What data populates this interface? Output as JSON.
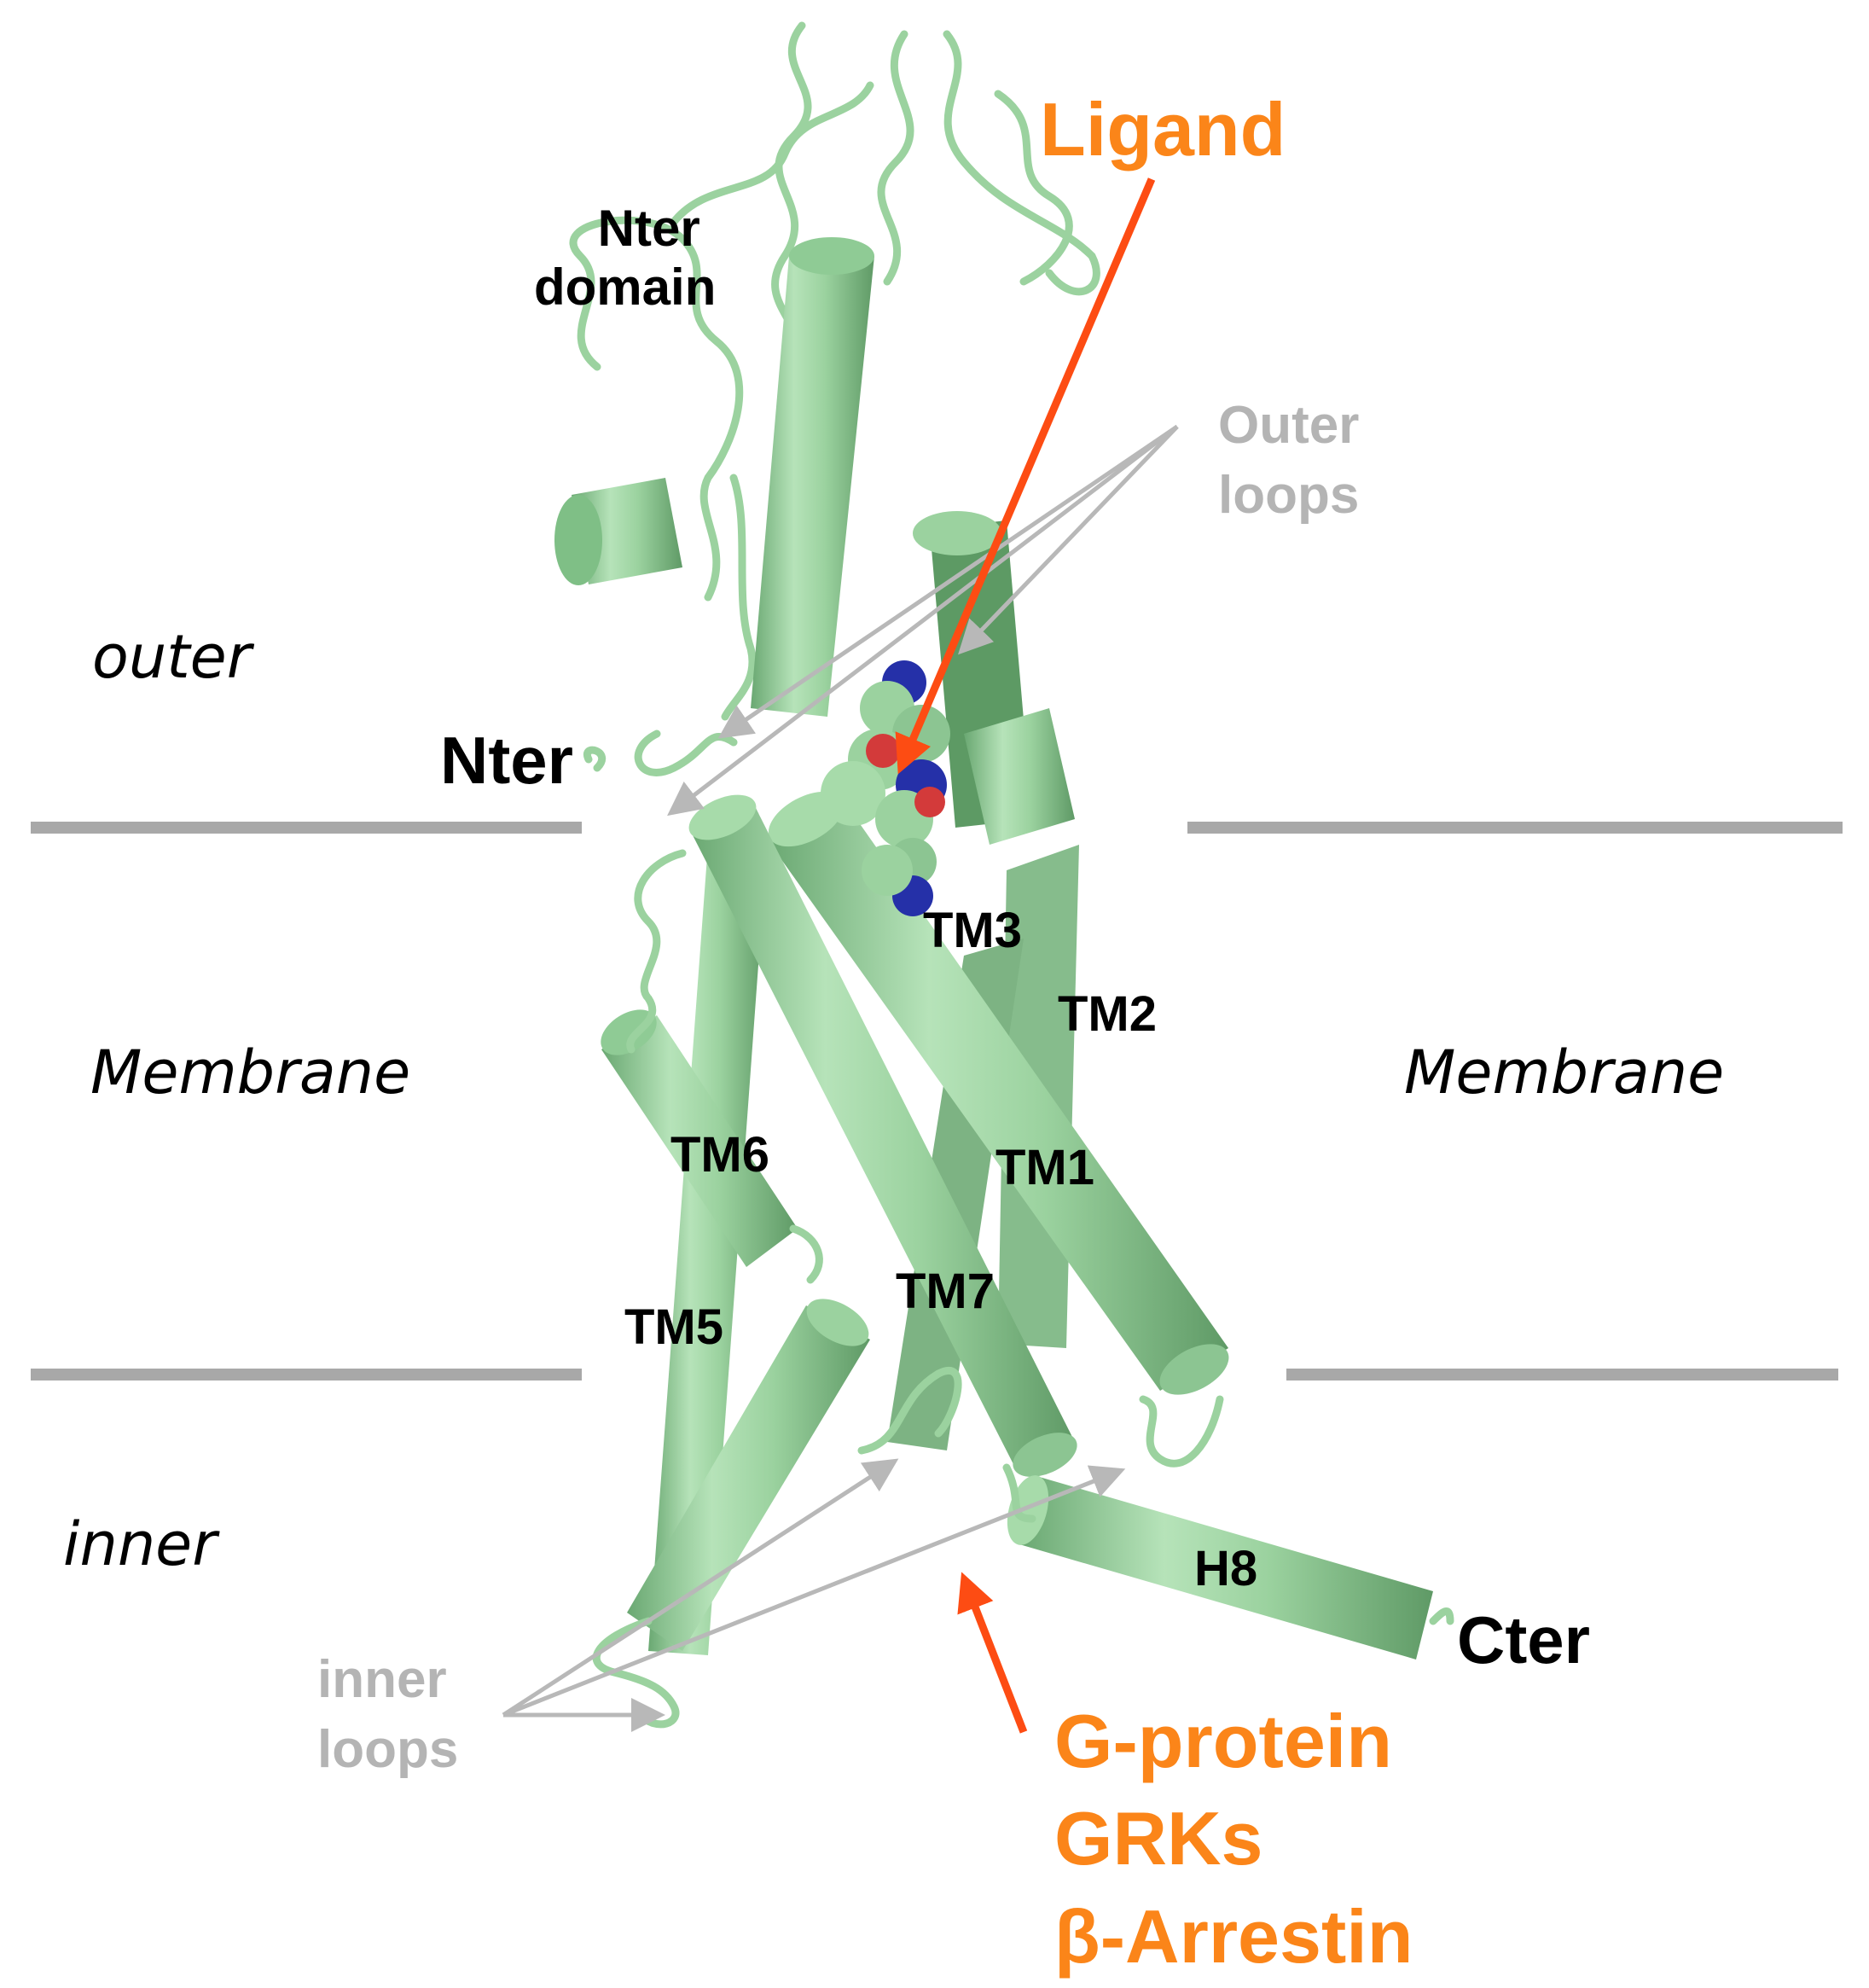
{
  "colors": {
    "helix_fill": "#9bd29f",
    "helix_dark": "#6aa872",
    "membrane_line": "#a8a8a8",
    "ligand_arrow": "#fd4c13",
    "loop_arrow": "#b8b8b8",
    "orange_text": "#fb8519",
    "grey_text": "#b4b4b4",
    "ligand_red": "#d33a3a",
    "ligand_blue": "#2530a8"
  },
  "regions": {
    "outer": "outer",
    "membrane_left": "Membrane",
    "membrane_right": "Membrane",
    "inner": "inner"
  },
  "termini": {
    "nter_domain_line1": "Nter",
    "nter_domain_line2": "domain",
    "nter": "Nter",
    "cter": "Cter"
  },
  "helices": {
    "tm1": "TM1",
    "tm2": "TM2",
    "tm3": "TM3",
    "tm5": "TM5",
    "tm6": "TM6",
    "tm7": "TM7",
    "h8": "H8"
  },
  "callouts": {
    "ligand": "Ligand",
    "outer_loops_line1": "Outer",
    "outer_loops_line2": "loops",
    "inner_loops_line1": "inner",
    "inner_loops_line2": "loops",
    "partners": [
      "G-protein",
      "GRKs",
      "β-Arrestin"
    ]
  }
}
